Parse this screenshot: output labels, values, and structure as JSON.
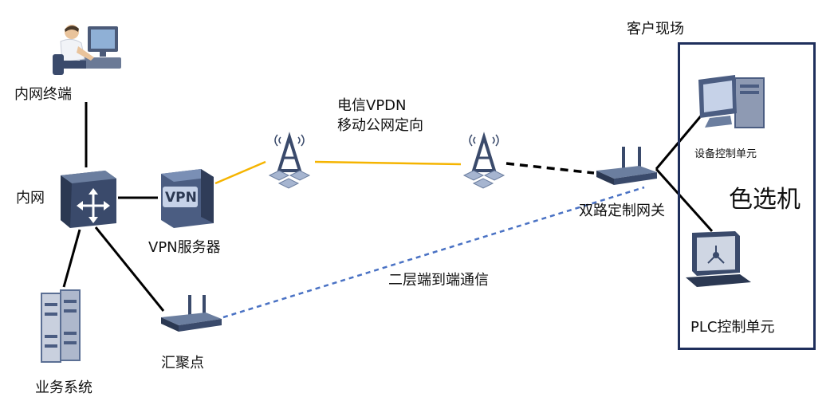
{
  "labels": {
    "intranet_terminal": "内网终端",
    "intranet": "内网",
    "vpn_server": "VPN服务器",
    "vpn_badge": "VPN",
    "business_system": "业务系统",
    "aggregation_point": "汇聚点",
    "telecom_vpdn": "电信VPDN",
    "mobile_apn": "移动公网定向",
    "l2_e2e": "二层端到端通信",
    "dual_gateway": "双路定制网关",
    "customer_site": "客户现场",
    "device_control": "设备控制单元",
    "color_sorter": "色选机",
    "plc_control": "PLC控制单元"
  },
  "colors": {
    "vpn_link": "#f5b400",
    "l2_link": "#4a72c4",
    "lan_link": "#000000",
    "device_dark": "#3a4a6b",
    "device_mid": "#5b6f94",
    "site_border": "#1f2f5c"
  }
}
